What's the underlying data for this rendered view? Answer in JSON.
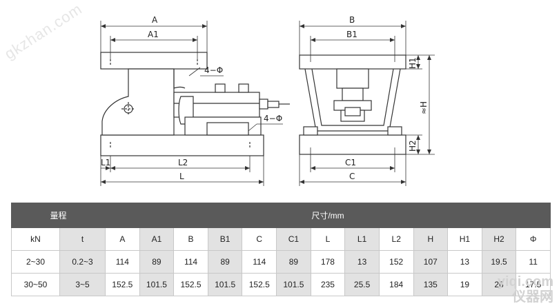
{
  "drawing": {
    "left_view": {
      "labels": {
        "A": "A",
        "A1": "A1",
        "hole_top": "4−Φ",
        "hole_bottom": "4−Φ",
        "L1": "L1",
        "L2": "L2",
        "L": "L"
      }
    },
    "right_view": {
      "labels": {
        "B": "B",
        "B1": "B1",
        "H1": "H1",
        "H": "≈H",
        "H2": "H2",
        "C1": "C1",
        "C": "C"
      }
    },
    "colors": {
      "line": "#333333",
      "fill": "#ffffff",
      "header_bg": "#5a5a5a",
      "shade_bg": "#e2e2e2"
    }
  },
  "table": {
    "group_header_left": "量程",
    "group_header_right": "尺寸/mm",
    "columns": [
      "kN",
      "t",
      "A",
      "A1",
      "B",
      "B1",
      "C",
      "C1",
      "L",
      "L1",
      "L2",
      "H",
      "H1",
      "H2",
      "Φ"
    ],
    "rows": [
      [
        "2~30",
        "0.2~3",
        "114",
        "89",
        "114",
        "89",
        "114",
        "89",
        "178",
        "13",
        "152",
        "107",
        "13",
        "19.5",
        "11"
      ],
      [
        "30~50",
        "3~5",
        "152.5",
        "101.5",
        "152.5",
        "101.5",
        "152.5",
        "101.5",
        "235",
        "25.5",
        "184",
        "135",
        "19",
        "26",
        "17.5"
      ]
    ]
  },
  "watermarks": {
    "left": "gkzhan.com",
    "right_top": "yiqi.com",
    "right_bottom": "仪器网"
  }
}
